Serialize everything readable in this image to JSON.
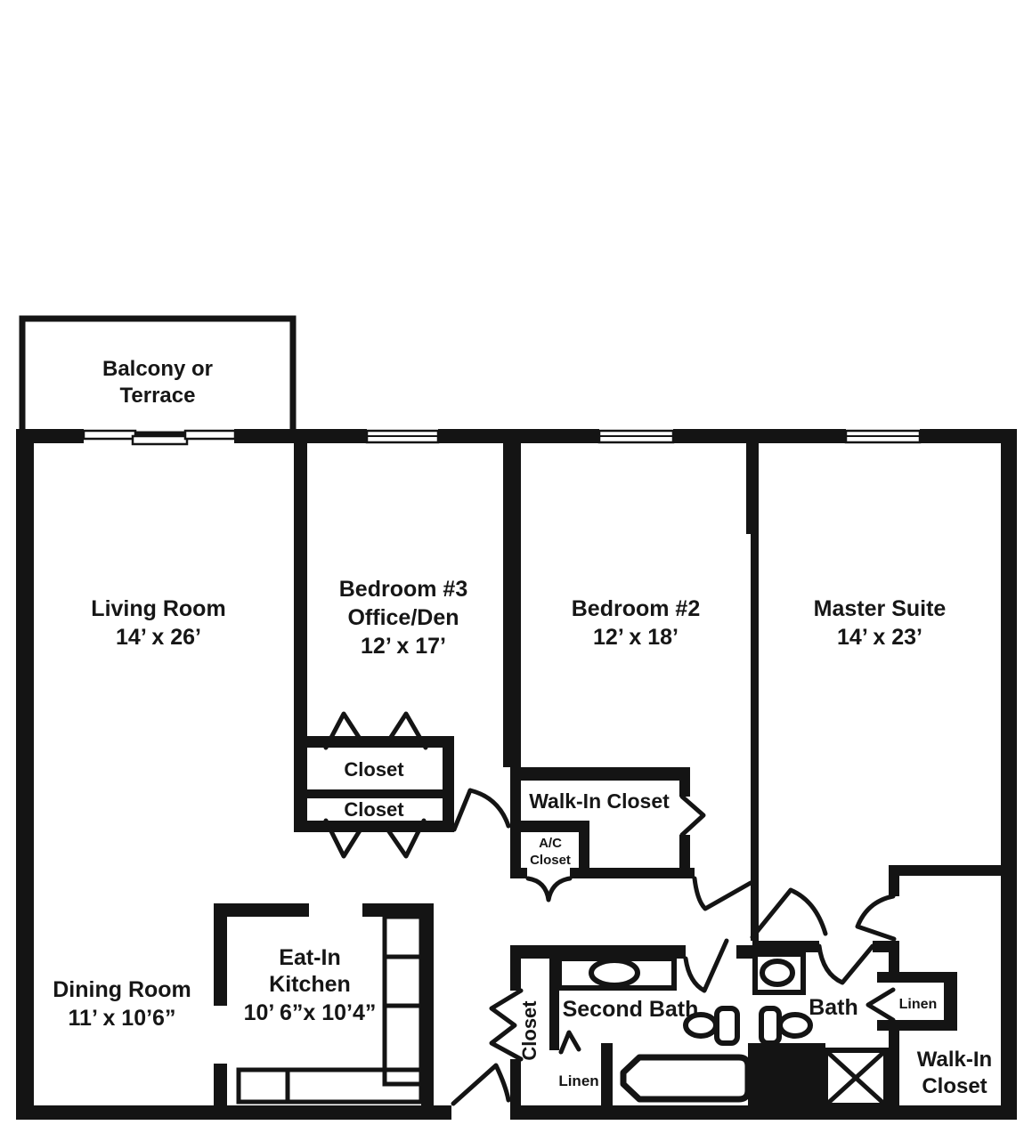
{
  "title": "Apartment Floor Plan",
  "colors": {
    "wall": "#141414",
    "background": "#ffffff",
    "text": "#161616"
  },
  "rooms": {
    "balcony": {
      "line1": "Balcony or",
      "line2": "Terrace"
    },
    "living": {
      "name": "Living Room",
      "dims": "14’ x 26’"
    },
    "bedroom3": {
      "name": "Bedroom #3",
      "alt": "Office/Den",
      "dims": "12’ x 17’"
    },
    "bedroom2": {
      "name": "Bedroom #2",
      "dims": "12’ x 18’"
    },
    "master": {
      "name": "Master Suite",
      "dims": "14’ x 23’"
    },
    "dining": {
      "name": "Dining Room",
      "dims": "11’ x 10’6”"
    },
    "kitchen": {
      "line1": "Eat-In",
      "line2": "Kitchen",
      "dims": "10’ 6”x 10’4”"
    },
    "bedroom3_closet_top": "Closet",
    "bedroom3_closet_bottom": "Closet",
    "bedroom2_walk_in": "Walk-In Closet",
    "ac_closet": {
      "line1": "A/C",
      "line2": "Closet"
    },
    "hall_closet": "Closet",
    "second_bath": {
      "name": "Second Bath",
      "linen": "Linen"
    },
    "master_bath": {
      "name": "Bath",
      "linen": "Linen"
    },
    "master_walk_in": {
      "line1": "Walk-In",
      "line2": "Closet"
    }
  }
}
